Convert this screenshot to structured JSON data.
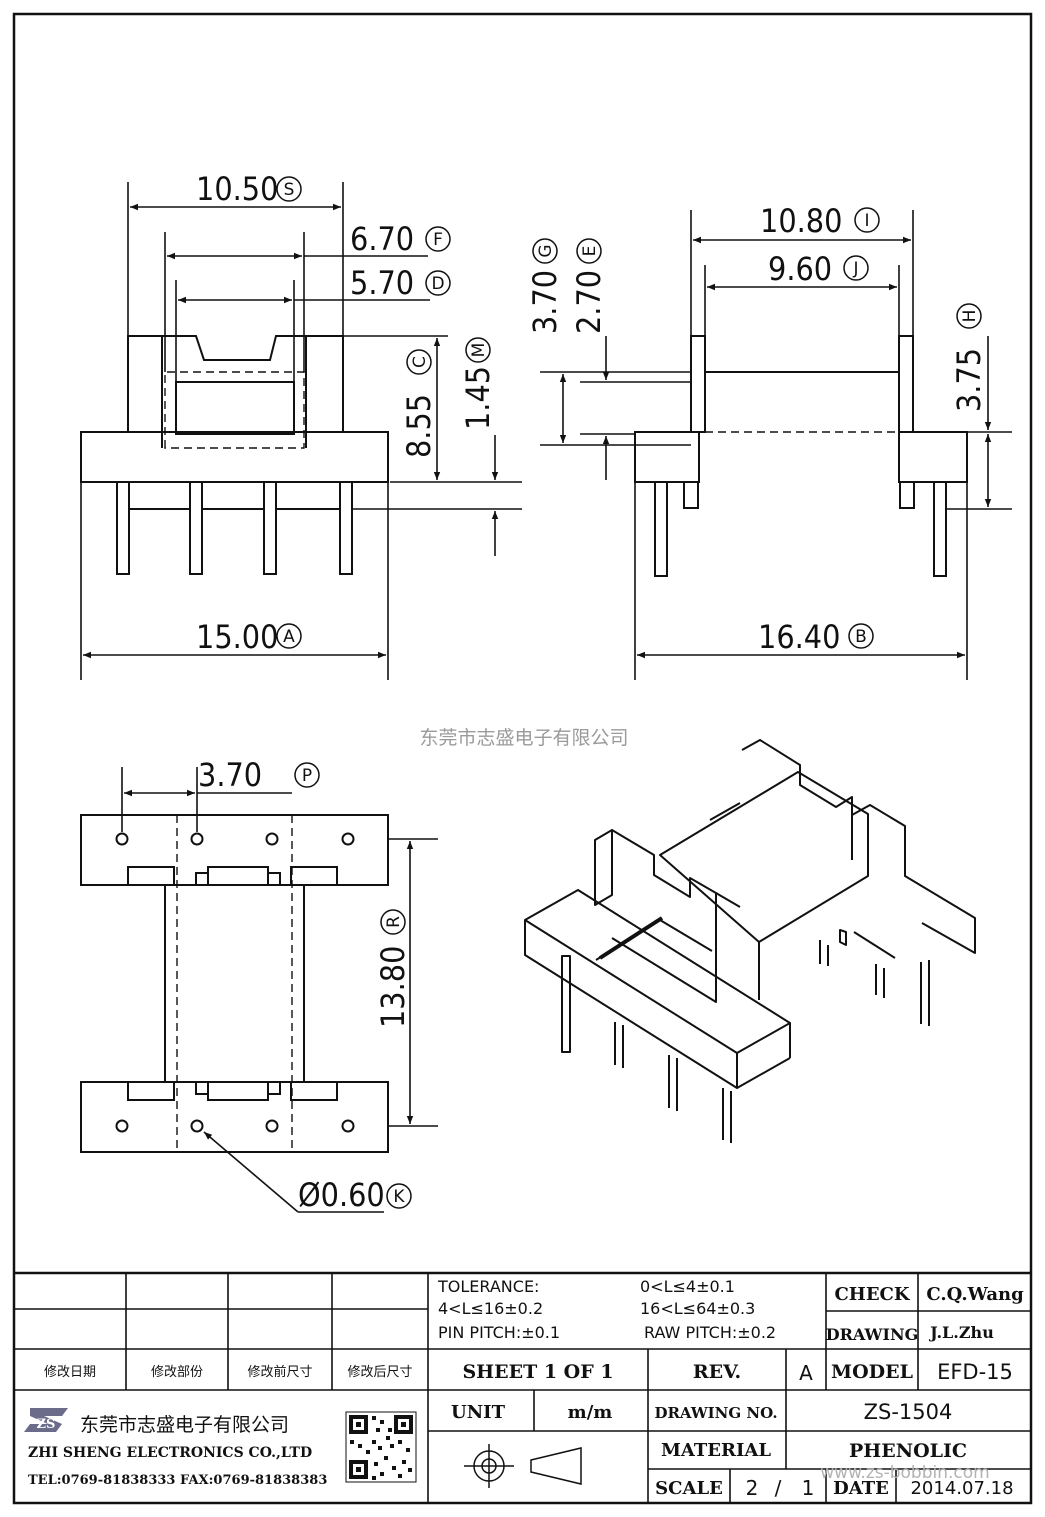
{
  "dimensions": {
    "s": {
      "value": "10.50",
      "tag": "S"
    },
    "f": {
      "value": "6.70",
      "tag": "F"
    },
    "d": {
      "value": "5.70",
      "tag": "D"
    },
    "c": {
      "value": "8.55",
      "tag": "C"
    },
    "m": {
      "value": "1.45",
      "tag": "M"
    },
    "a": {
      "value": "15.00",
      "tag": "A"
    },
    "g": {
      "value": "3.70",
      "tag": "G"
    },
    "e": {
      "value": "2.70",
      "tag": "E"
    },
    "i": {
      "value": "10.80",
      "tag": "I"
    },
    "j": {
      "value": "9.60",
      "tag": "J"
    },
    "h": {
      "value": "3.75",
      "tag": "H"
    },
    "b": {
      "value": "16.40",
      "tag": "B"
    },
    "p": {
      "value": "3.70",
      "tag": "P"
    },
    "r": {
      "value": "13.80",
      "tag": "R"
    },
    "k": {
      "value": "Ø0.60",
      "tag": "K"
    }
  },
  "watermark_center": "东莞市志盛电子有限公司",
  "watermark_site": "www.zs-bobbin.com",
  "title_block": {
    "revision_headers": [
      "修改日期",
      "修改部份",
      "修改前尺寸",
      "修改后尺寸"
    ],
    "tolerance_label": "TOLERANCE:",
    "tol_1": "0<L≤4±0.1",
    "tol_2": "4<L≤16±0.2",
    "tol_3": "16<L≤64±0.3",
    "pin_pitch": "PIN PITCH:±0.1",
    "raw_pitch": "RAW PITCH:±0.2",
    "check_label": "CHECK",
    "check_value": "C.Q.Wang",
    "drawing_label": "DRAWING",
    "drawing_value": "J.L.Zhu",
    "sheet": "SHEET 1 OF 1",
    "rev_label": "REV.",
    "rev_value": "A",
    "model_label": "MODEL",
    "model_value": "EFD-15",
    "unit_label": "UNIT",
    "unit_value": "m/m",
    "drawing_no_label": "DRAWING NO.",
    "drawing_no_value": "ZS-1504",
    "material_label": "MATERIAL",
    "material_value": "PHENOLIC",
    "scale_label": "SCALE",
    "scale_num": "2",
    "scale_sep": "/",
    "scale_den": "1",
    "date_label": "DATE",
    "date_value": "2014.07.18",
    "company_logo": "ZS",
    "company_cn": "东莞市志盛电子有限公司",
    "company_en": "ZHI SHENG ELECTRONICS CO.,LTD",
    "company_contact": "TEL:0769-81838333 FAX:0769-81838383"
  }
}
